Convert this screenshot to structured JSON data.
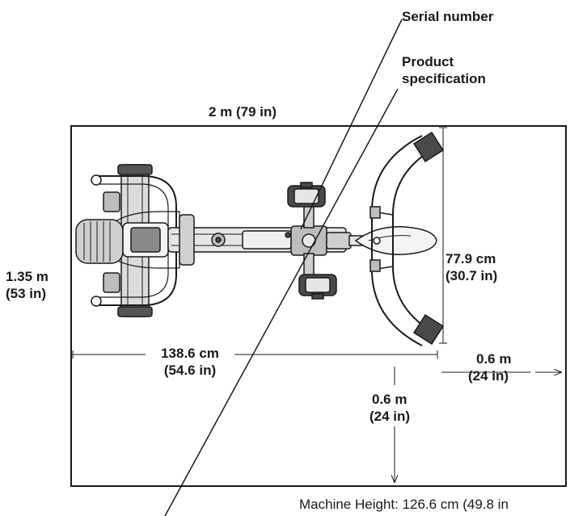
{
  "callouts": {
    "serial_number": "Serial number",
    "product_spec_line1": "Product",
    "product_spec_line2": "specification"
  },
  "dimensions": {
    "area_width_m": "2 m (79 in)",
    "area_depth_m": "1.35 m",
    "area_depth_in": "(53 in)",
    "machine_length_cm": "138.6 cm",
    "machine_length_in": "(54.6 in)",
    "machine_width_cm": "77.9 cm",
    "machine_width_in": "(30.7 in)",
    "clearance_right_m": "0.6 m",
    "clearance_right_in": "(24 in)",
    "clearance_front_m": "0.6 m",
    "clearance_front_in": "(24 in)"
  },
  "footer": {
    "machine_height": "Machine Height: 126.6 cm (49.8 in"
  },
  "colors": {
    "line": "#1a1a1a",
    "fill_light": "#e6e6e6",
    "fill_mid": "#bdbdbd",
    "fill_dark": "#4a4a4a"
  }
}
